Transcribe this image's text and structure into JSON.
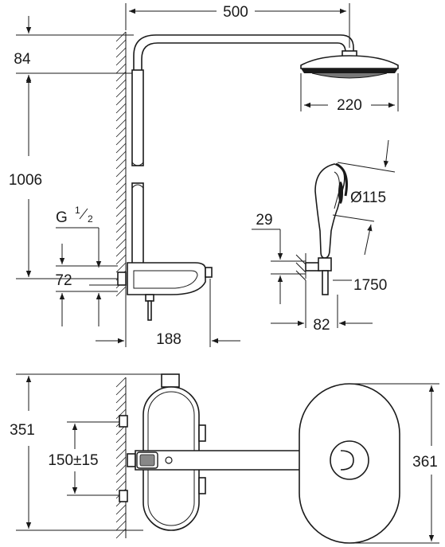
{
  "dimensions": {
    "arm_length": "500",
    "top_offset": "84",
    "head_diameter": "220",
    "wall_height": "1006",
    "connection_thread": "G",
    "thread_num": "1",
    "thread_den": "2",
    "wall_offset": "72",
    "handshower_diameter": "Ø115",
    "holder_offset": "29",
    "installed_height": "1750",
    "holder_projection": "82",
    "thermostat_projection": "188",
    "total_height_front": "351",
    "center_distance": "150±15",
    "rose_height": "361"
  },
  "colors": {
    "line": "#1a1a1a",
    "fill": "#ffffff",
    "accent_gray": "#888888"
  }
}
